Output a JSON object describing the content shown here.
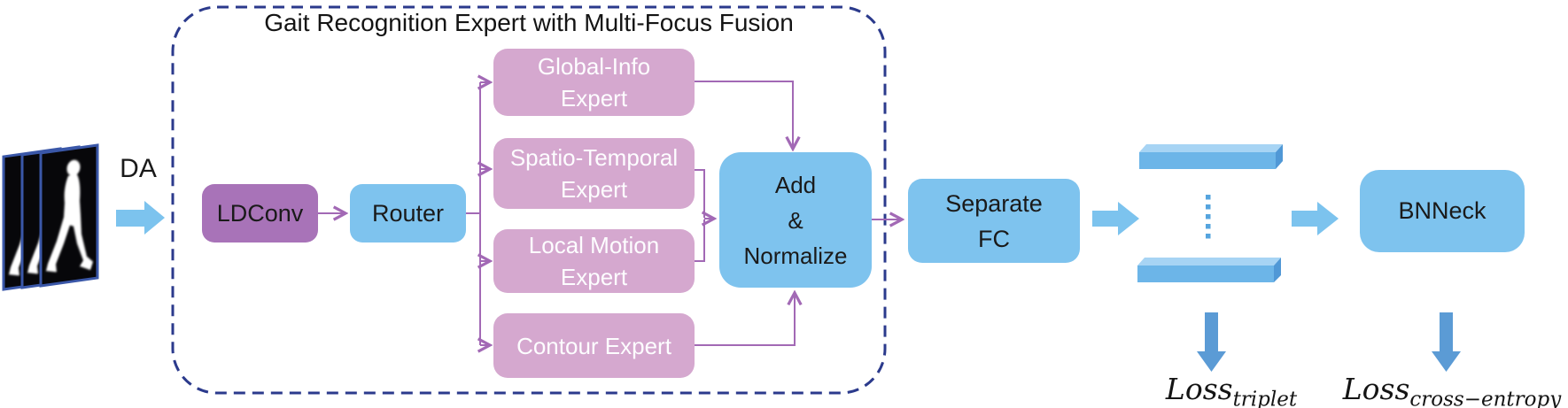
{
  "title": "Gait Recognition Expert with Multi-Focus Fusion",
  "input": {
    "label": "DA"
  },
  "nodes": {
    "ldconv": {
      "label": "LDConv"
    },
    "router": {
      "label": "Router"
    },
    "experts": [
      {
        "id": "global-info-expert",
        "lines": [
          "Global-Info",
          "Expert"
        ]
      },
      {
        "id": "spatio-temporal-expert",
        "lines": [
          "Spatio-Temporal",
          "Expert"
        ]
      },
      {
        "id": "local-motion-expert",
        "lines": [
          "Local Motion",
          "Expert"
        ]
      },
      {
        "id": "contour-expert",
        "lines": [
          "Contour Expert"
        ]
      }
    ],
    "add_normalize": {
      "lines": [
        "Add",
        "&",
        "Normalize"
      ]
    },
    "separate_fc": {
      "lines": [
        "Separate",
        "FC"
      ]
    },
    "bnneck": {
      "label": "BNNeck"
    }
  },
  "losses": {
    "triplet": {
      "base": "Loss",
      "subscript": "triplet"
    },
    "cross_entropy": {
      "base": "Loss",
      "subscript": "cross−entropy"
    }
  },
  "colors": {
    "container_border_navy": "#2b3a8c",
    "node_blue": "#7ec3ee",
    "node_purple": "#a873b8",
    "node_pink": "#d5a8cf",
    "connector_purple": "#a269b5",
    "flow_arrow_blue": "#7cc3ee",
    "loss_arrow_blue": "#5b9bd5",
    "bar_front_blue": "#6cb5e8",
    "bar_top_blue": "#a7d4f4",
    "bar_side_blue": "#5098d6",
    "silhouette_frame_border": "#3a57a8",
    "text_dark": "#1a1a1a",
    "text_light": "#ffffff"
  },
  "icons": {
    "gait_silhouettes": "gait-silhouette-frames",
    "flow_arrow_right": "block-arrow-right",
    "flow_arrow_down": "block-arrow-down",
    "feature_bars": "feature-vector-bars",
    "vertical_ellipsis": "vertical-dotted-ellipsis"
  }
}
